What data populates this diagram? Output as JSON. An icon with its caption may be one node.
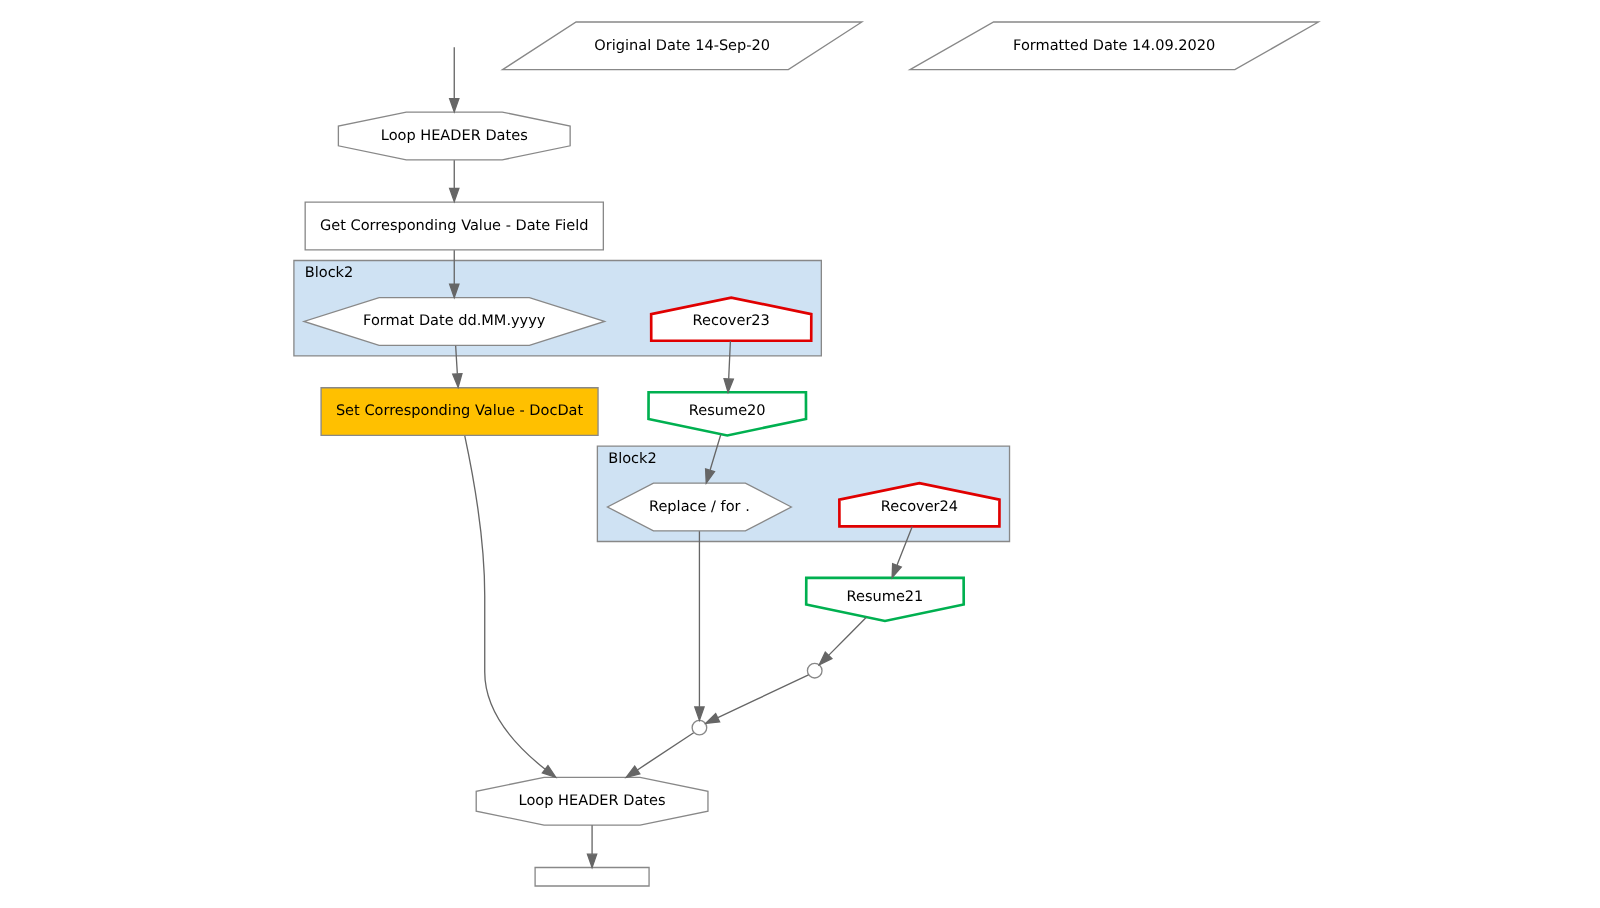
{
  "diagram": {
    "nodes": [
      {
        "text": [
          "Loop HEADER Dates"
        ]
      },
      {
        "text": [
          "Get Corresponding Value - Date Field"
        ]
      },
      {
        "text": [
          "Original Date 14-Sep-20"
        ]
      },
      {
        "text": [
          "Formatted Date 14.09.2020"
        ]
      },
      {
        "text": [
          "Block2"
        ]
      },
      {
        "text": [
          "Format Date dd.MM.yyyy"
        ],
        "in": 4
      },
      {
        "text": [
          "Recover23"
        ],
        "in": 4
      },
      {
        "text": [
          "Resume20"
        ]
      },
      {
        "text": [
          "Block2"
        ]
      },
      {
        "text": [
          "Replace / for ."
        ],
        "in": 8
      },
      {
        "text": [
          "Recover24"
        ],
        "in": 8
      },
      {
        "text": [
          "Resume21"
        ]
      },
      {
        "text": [
          "Set Corresponding Value - DocDat"
        ]
      },
      {
        "text": [
          "Loop HEADER Dates"
        ]
      },
      {
        "text": [],
        "shape": "circle"
      },
      {
        "text": [],
        "shape": "circle"
      },
      {
        "text": [],
        "shape": "box"
      }
    ],
    "edges": [
      {
        "from": null,
        "to": 0,
        "arrow": "to"
      },
      {
        "from": 0,
        "to": 1,
        "arrow": "to"
      },
      {
        "from": 1,
        "to": 5,
        "arrow": "to"
      },
      {
        "from": 6,
        "to": 7,
        "arrow": "to"
      },
      {
        "from": 7,
        "to": 9,
        "arrow": "to"
      },
      {
        "from": 10,
        "to": 11,
        "arrow": "to"
      },
      {
        "from": 5,
        "to": 12,
        "arrow": "to"
      },
      {
        "from": 9,
        "to": 14,
        "arrow": "to"
      },
      {
        "from": 11,
        "to": 15,
        "arrow": "to"
      },
      {
        "from": 15,
        "to": 14,
        "arrow": "to"
      },
      {
        "from": 14,
        "to": 13,
        "arrow": "to"
      },
      {
        "from": 12,
        "to": 13,
        "arrow": "to"
      },
      {
        "from": 13,
        "to": 16,
        "arrow": "to"
      }
    ]
  }
}
